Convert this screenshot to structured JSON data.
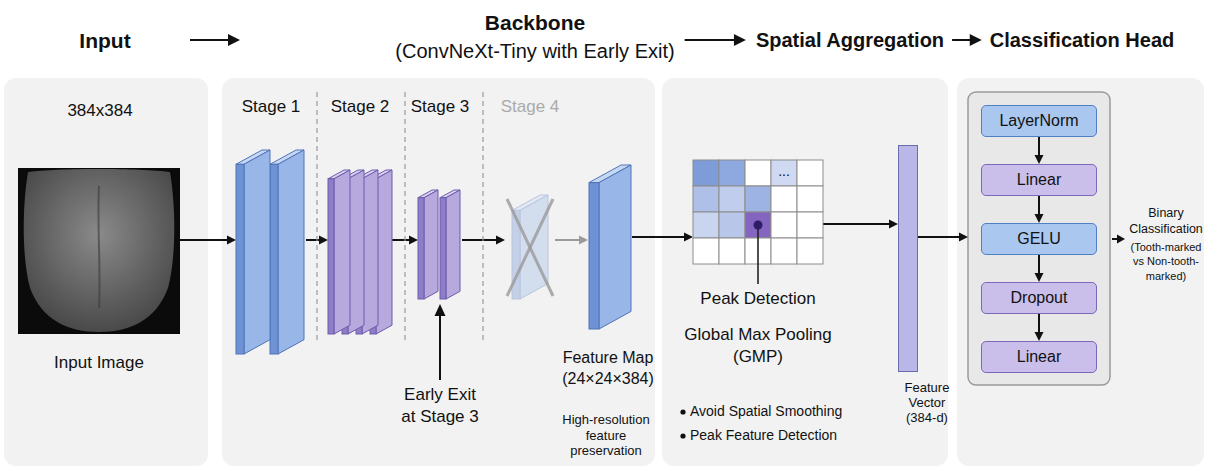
{
  "diagram": {
    "nodes": [
      {
        "text": [
          "Input",
          "384x384"
        ]
      },
      {
        "text": [
          "Input Image"
        ],
        "in": 0
      },
      {
        "text": [
          "Backbone",
          "(ConvNeXt-Tiny with Early Exit)",
          "Early Exit at Stage 3",
          "High-resolution feature preservation"
        ]
      },
      {
        "text": [
          "Stage 1"
        ],
        "in": 2
      },
      {
        "text": [
          "Stage 2"
        ],
        "in": 2
      },
      {
        "text": [
          "Stage 3"
        ],
        "in": 2
      },
      {
        "text": [
          "Stage 4"
        ],
        "in": 2
      },
      {
        "text": [
          "Feature Map (24×24×384)"
        ],
        "in": 2
      },
      {
        "text": [
          "Spatial Aggregation",
          "Avoid Spatial Smoothing",
          "Peak Feature Detection"
        ]
      },
      {
        "text": [
          "...",
          "Peak Detection",
          "Global Max Pooling (GMP)"
        ],
        "in": 8
      },
      {
        "text": [
          "Feature Vector (384-d)"
        ],
        "in": 8
      },
      {
        "text": [
          "Classification Head"
        ]
      },
      {
        "text": [],
        "in": 11
      },
      {
        "text": [
          "LayerNorm"
        ],
        "in": 12
      },
      {
        "text": [
          "Linear"
        ],
        "in": 12
      },
      {
        "text": [
          "GELU"
        ],
        "in": 12
      },
      {
        "text": [
          "Dropout"
        ],
        "in": 12
      },
      {
        "text": [
          "Linear"
        ],
        "in": 12
      }
    ],
    "edges": [
      {
        "from": 0,
        "to": 2,
        "arrow": "to"
      },
      {
        "from": 2,
        "to": 8,
        "arrow": "to"
      },
      {
        "from": 8,
        "to": 11,
        "arrow": "to"
      },
      {
        "from": 1,
        "to": 3,
        "arrow": "to"
      },
      {
        "from": 3,
        "to": 4,
        "arrow": "to"
      },
      {
        "from": 4,
        "to": 5,
        "arrow": "to"
      },
      {
        "from": 5,
        "to": 6,
        "arrow": "to"
      },
      {
        "from": 6,
        "to": 7,
        "arrow": "to"
      },
      {
        "from": 7,
        "to": 9,
        "arrow": "to"
      },
      {
        "from": 9,
        "to": 10,
        "arrow": "to"
      },
      {
        "from": 10,
        "to": 12,
        "arrow": "to"
      },
      {
        "from": 13,
        "to": 14,
        "arrow": "to"
      },
      {
        "from": 14,
        "to": 15,
        "arrow": "to"
      },
      {
        "from": 15,
        "to": 16,
        "arrow": "to"
      },
      {
        "from": 16,
        "to": 17,
        "arrow": "to"
      }
    ],
    "labels": [
      "Binary Classification",
      "(Tooth-marked vs Non-tooth-marked)"
    ]
  }
}
